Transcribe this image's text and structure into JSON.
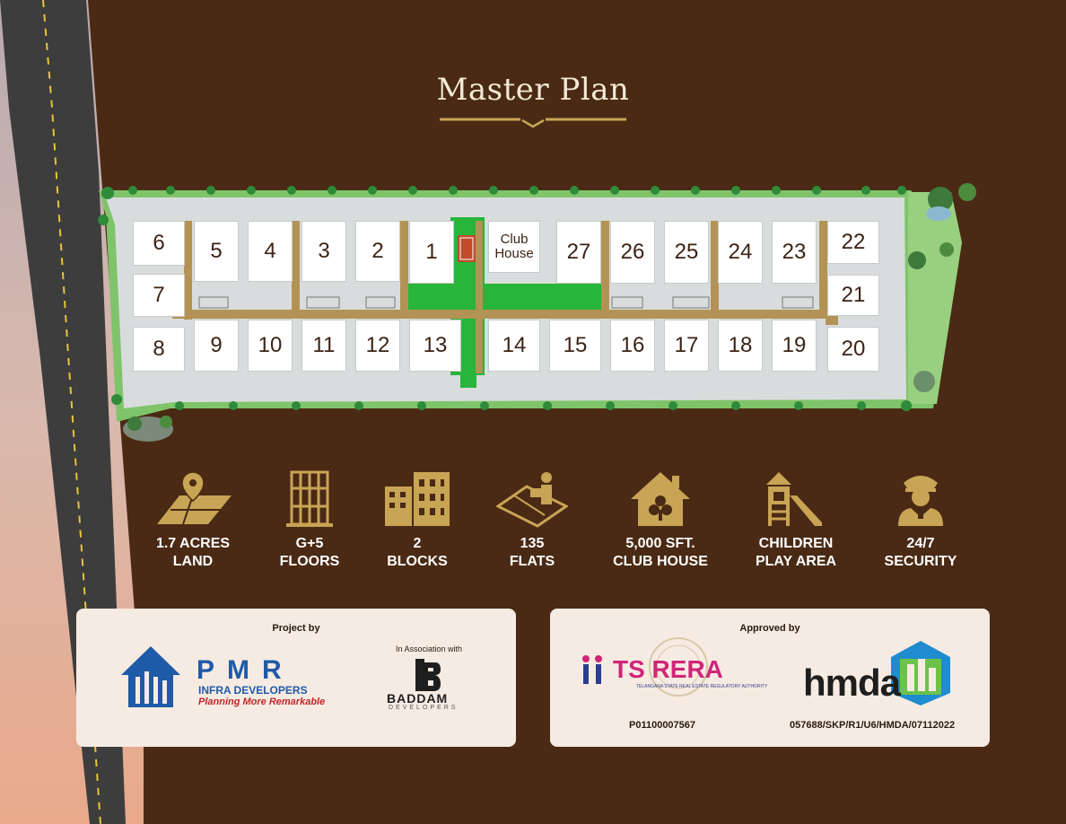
{
  "title": "Master Plan",
  "plan": {
    "club_house": "Club House",
    "plots_top": [
      "5",
      "4",
      "3",
      "2",
      "1",
      "27",
      "26",
      "25",
      "24",
      "23"
    ],
    "plots_left": [
      "6",
      "7",
      "8"
    ],
    "plots_bottom": [
      "9",
      "10",
      "11",
      "12",
      "13",
      "14",
      "15",
      "16",
      "17",
      "18",
      "19"
    ],
    "plots_right": [
      "22",
      "21",
      "20"
    ]
  },
  "amenities": [
    {
      "line1": "1.7 ACRES",
      "line2": "LAND",
      "icon": "land-pin-icon"
    },
    {
      "line1": "G+5",
      "line2": "FLOORS",
      "icon": "building-floors-icon"
    },
    {
      "line1": "2",
      "line2": "BLOCKS",
      "icon": "blocks-icon"
    },
    {
      "line1": "135",
      "line2": "FLATS",
      "icon": "flats-plan-icon"
    },
    {
      "line1": "5,000 SFT.",
      "line2": "CLUB HOUSE",
      "icon": "club-house-icon"
    },
    {
      "line1": "CHILDREN",
      "line2": "PLAY AREA",
      "icon": "playground-icon"
    },
    {
      "line1": "24/7",
      "line2": "SECURITY",
      "icon": "security-guard-icon"
    }
  ],
  "project_card": {
    "caption": "Project by",
    "pmr_logo": "PMR",
    "pmr_sub": "INFRA DEVELOPERS",
    "pmr_tagline": "Planning More Remarkable",
    "assoc_caption": "In Association with",
    "baddam": "BADDAM",
    "baddam_sub": "DEVELOPERS"
  },
  "approval_card": {
    "caption": "Approved by",
    "rera_logo": "TS RERA",
    "rera_sub": "TELANGANA STATE REAL ESTATE REGULATORY AUTHORITY",
    "rera_code": "P01100007567",
    "hmda_logo": "hmda",
    "hmda_code": "057688/SKP/R1/U6/HMDA/07112022"
  },
  "colors": {
    "background": "#4a2a14",
    "gold": "#c8a455",
    "green": "#27b53a",
    "site_grey": "#d9dcdd",
    "road": "#3d3d3d"
  }
}
